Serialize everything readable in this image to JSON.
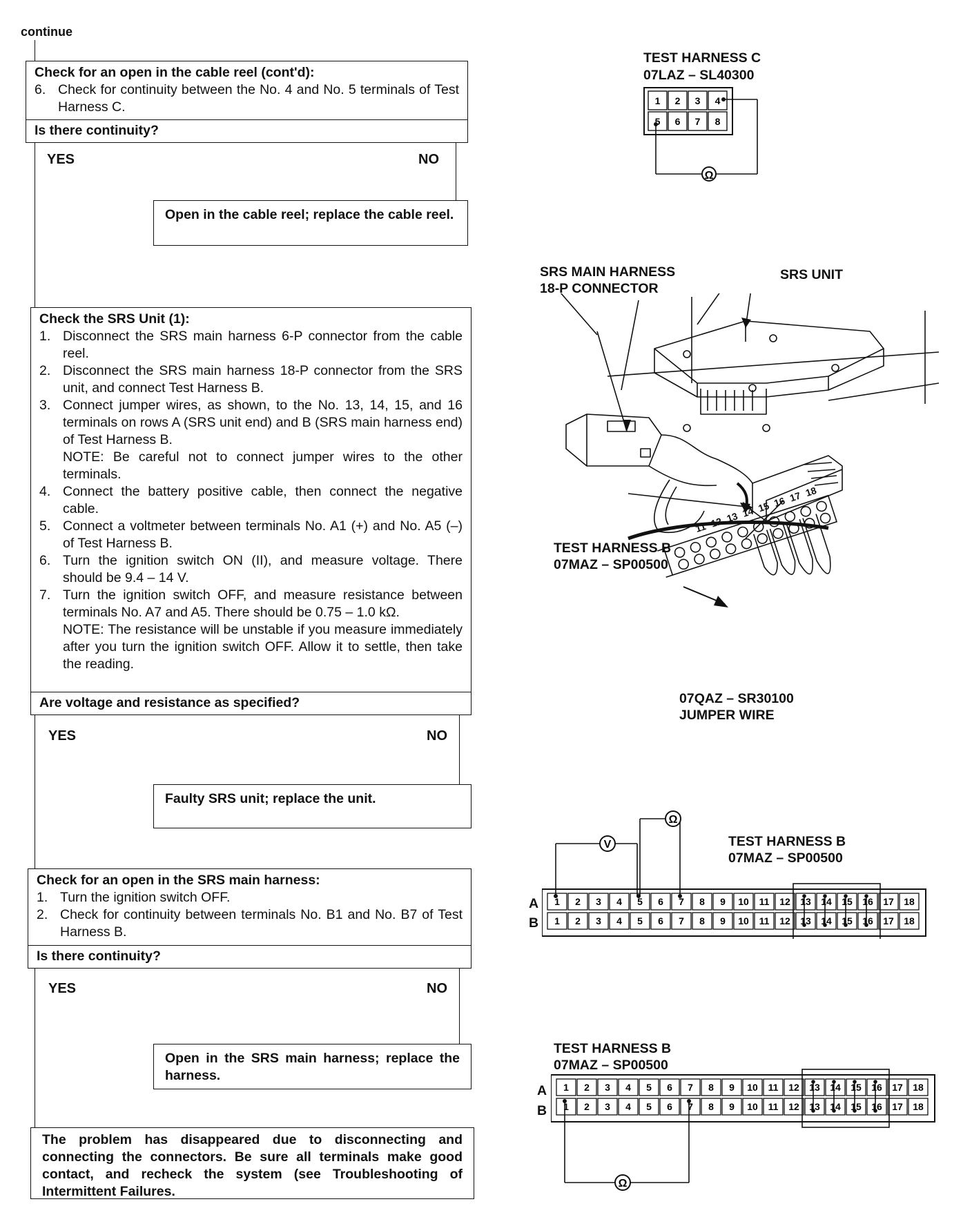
{
  "continue_label": "continue",
  "flow1": {
    "title": "Check for an open in the cable reel (cont'd):",
    "steps": [
      {
        "num": "6.",
        "text": "Check for continuity between the No. 4 and No. 5 terminals of Test Harness C."
      }
    ],
    "question": "Is there continuity?",
    "yes": "YES",
    "no": "NO",
    "no_result": "Open in the cable reel; replace the cable reel."
  },
  "flow2": {
    "title": "Check the SRS Unit (1):",
    "steps": [
      {
        "num": "1.",
        "text": "Disconnect the SRS main harness 6-P connector from the cable reel."
      },
      {
        "num": "2.",
        "text": "Disconnect the SRS main harness 18-P connector from the SRS unit, and connect Test Harness B."
      },
      {
        "num": "3.",
        "text": "Connect jumper wires, as shown, to the No. 13, 14, 15, and 16 terminals on rows A (SRS unit end) and B (SRS main harness end) of Test Harness B.",
        "note": "NOTE: Be careful not to connect jumper wires to the other terminals."
      },
      {
        "num": "4.",
        "text": "Connect the battery positive cable, then connect the negative cable."
      },
      {
        "num": "5.",
        "text": "Connect a voltmeter between terminals No. A1 (+) and No. A5 (–) of Test Harness B."
      },
      {
        "num": "6.",
        "text": "Turn the ignition switch ON (II), and measure voltage. There should be 9.4 – 14 V."
      },
      {
        "num": "7.",
        "text": "Turn the ignition switch OFF, and measure resistance between terminals No. A7 and A5. There should be 0.75 – 1.0 kΩ.",
        "note": "NOTE: The resistance will be unstable if you measure immediately after you turn the ignition switch OFF. Allow it to settle, then take the reading."
      }
    ],
    "question": "Are voltage and resistance as specified?",
    "yes": "YES",
    "no": "NO",
    "no_result": "Faulty SRS unit; replace the unit."
  },
  "flow3": {
    "title": "Check for an open in the SRS main harness:",
    "steps": [
      {
        "num": "1.",
        "text": "Turn the ignition switch OFF."
      },
      {
        "num": "2.",
        "text": "Check for continuity between terminals No. B1 and No. B7 of Test Harness B."
      }
    ],
    "question": "Is there continuity?",
    "yes": "YES",
    "no": "NO",
    "no_result": "Open in the SRS main harness; replace the harness."
  },
  "final_box": "The problem has disappeared due to disconnecting and connecting the connectors. Be sure all terminals make good contact, and recheck the system (see Troubleshooting of Intermittent Failures.",
  "fig_c": {
    "title": "TEST HARNESS C",
    "part": "07LAZ – SL40300",
    "top_row": [
      "1",
      "2",
      "3",
      "4"
    ],
    "bottom_row": [
      "5",
      "6",
      "7",
      "8"
    ],
    "meter_icon": "ohmmeter-icon"
  },
  "fig_unit": {
    "label_harness_line1": "SRS MAIN HARNESS",
    "label_harness_line2": "18-P CONNECTOR",
    "label_unit": "SRS UNIT",
    "label_test_line1": "TEST HARNESS B",
    "label_test_line2": "07MAZ – SP00500",
    "label_jumper_line1": "07QAZ – SR30100",
    "label_jumper_line2": "JUMPER WIRE",
    "pin_labels": [
      "11",
      "12",
      "13",
      "14",
      "15",
      "16",
      "17",
      "18"
    ]
  },
  "fig_b1": {
    "title": "TEST HARNESS B",
    "part": "07MAZ – SP00500",
    "row_a": "A",
    "row_b": "B",
    "pins": [
      "1",
      "2",
      "3",
      "4",
      "5",
      "6",
      "7",
      "8",
      "9",
      "10",
      "11",
      "12",
      "13",
      "14",
      "15",
      "16",
      "17",
      "18"
    ],
    "voltmeter_icon": "voltmeter-icon",
    "voltmeter_symbol": "V",
    "ohmmeter_icon": "ohmmeter-icon"
  },
  "fig_b2": {
    "title": "TEST HARNESS B",
    "part": "07MAZ – SP00500",
    "row_a": "A",
    "row_b": "B",
    "pins": [
      "1",
      "2",
      "3",
      "4",
      "5",
      "6",
      "7",
      "8",
      "9",
      "10",
      "11",
      "12",
      "13",
      "14",
      "15",
      "16",
      "17",
      "18"
    ],
    "ohmmeter_icon": "ohmmeter-icon"
  }
}
